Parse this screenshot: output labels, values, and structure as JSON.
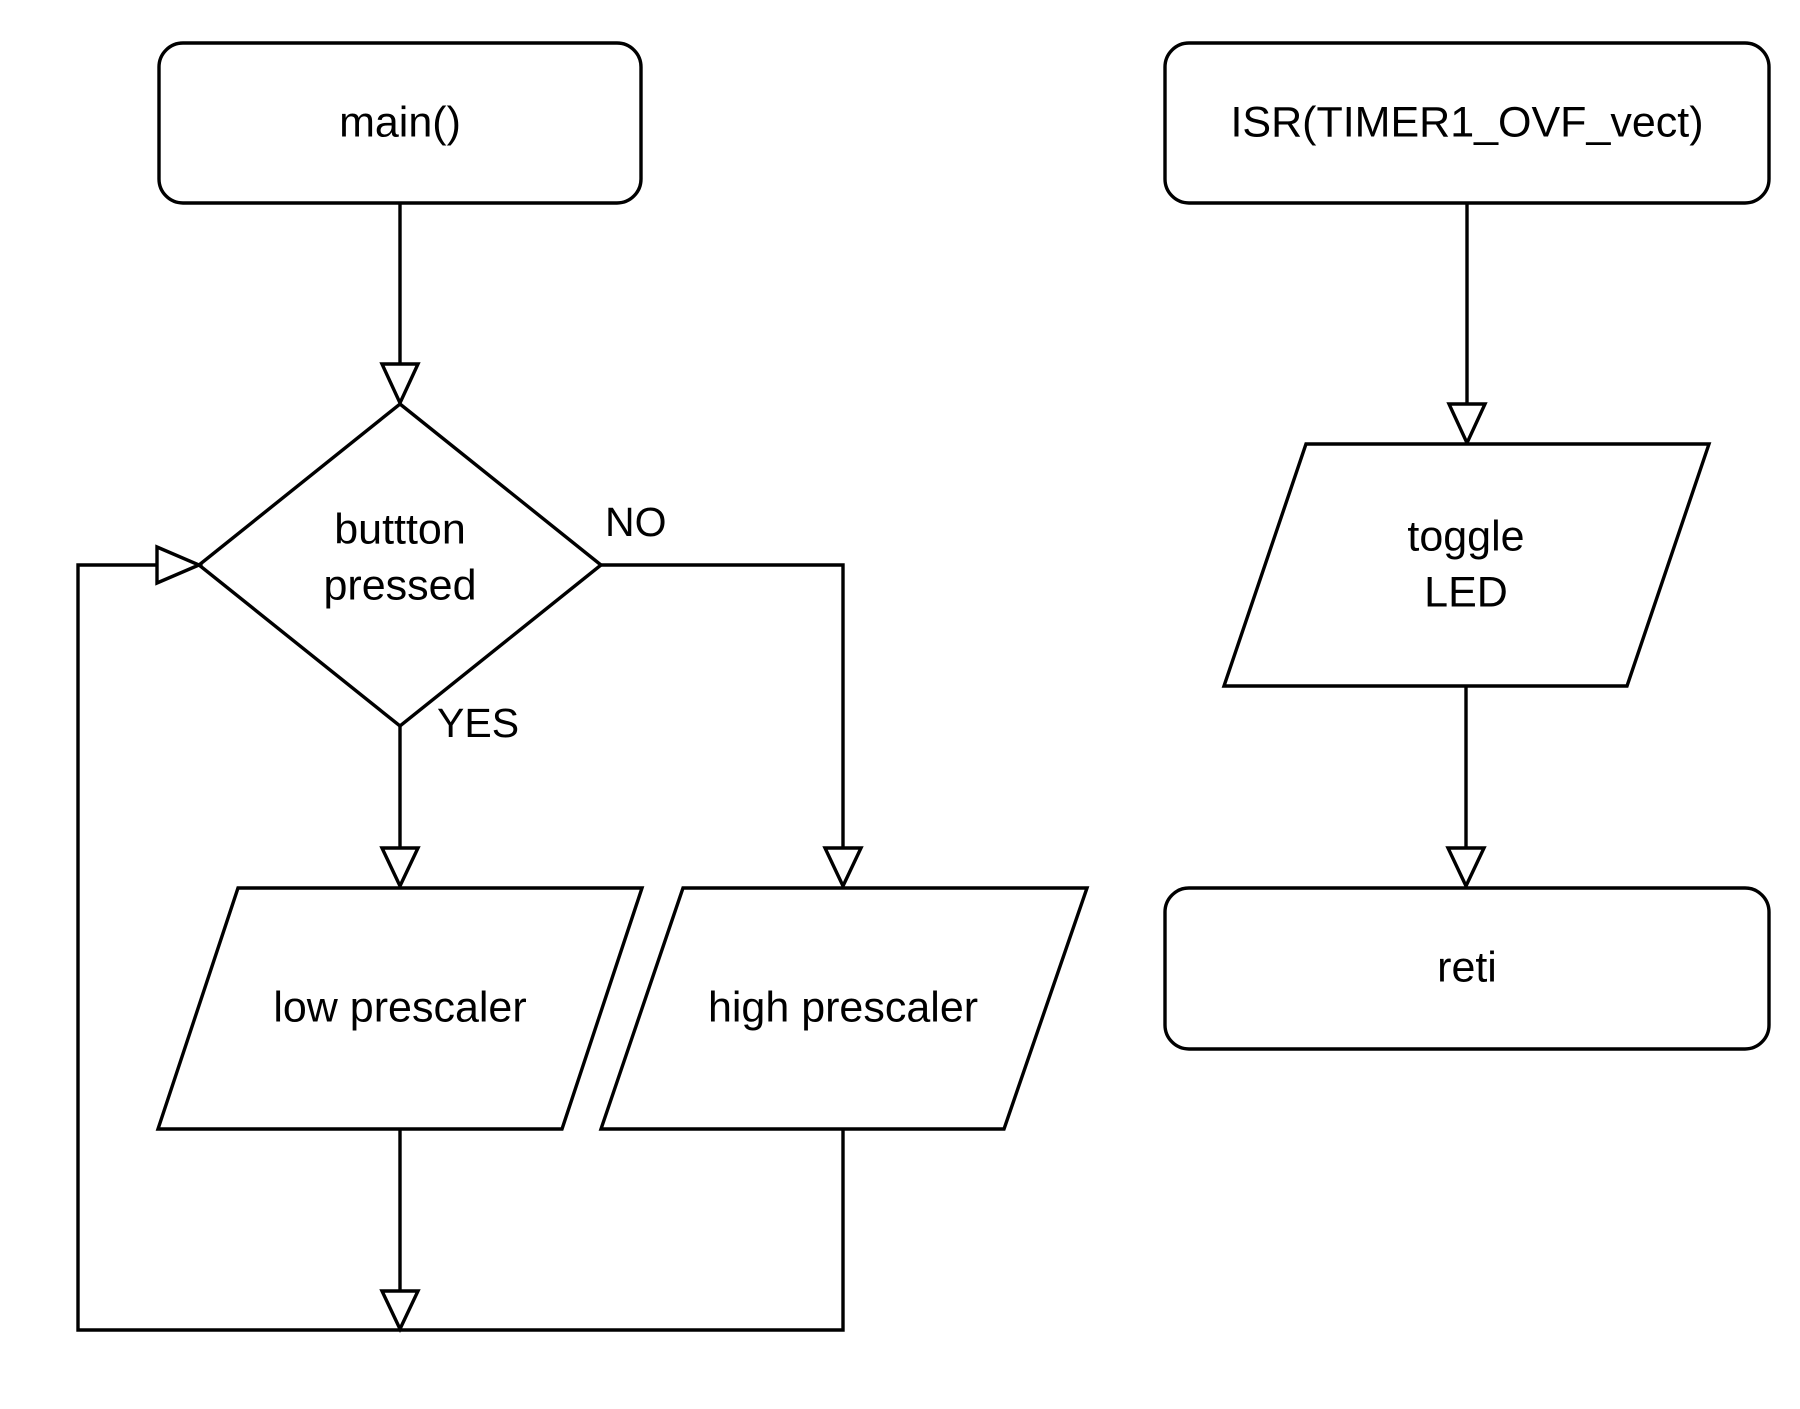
{
  "main_flow": {
    "start_label": "main()",
    "decision_line1": "buttton",
    "decision_line2": "pressed",
    "yes_label": "YES",
    "no_label": "NO",
    "low_label": "low prescaler",
    "high_label": "high prescaler"
  },
  "isr_flow": {
    "start_label": "ISR(TIMER1_OVF_vect)",
    "toggle_line1": "toggle",
    "toggle_line2": "LED",
    "end_label": "reti"
  },
  "colors": {
    "stroke": "#000000",
    "fill": "#ffffff",
    "background": "#ffffff"
  }
}
